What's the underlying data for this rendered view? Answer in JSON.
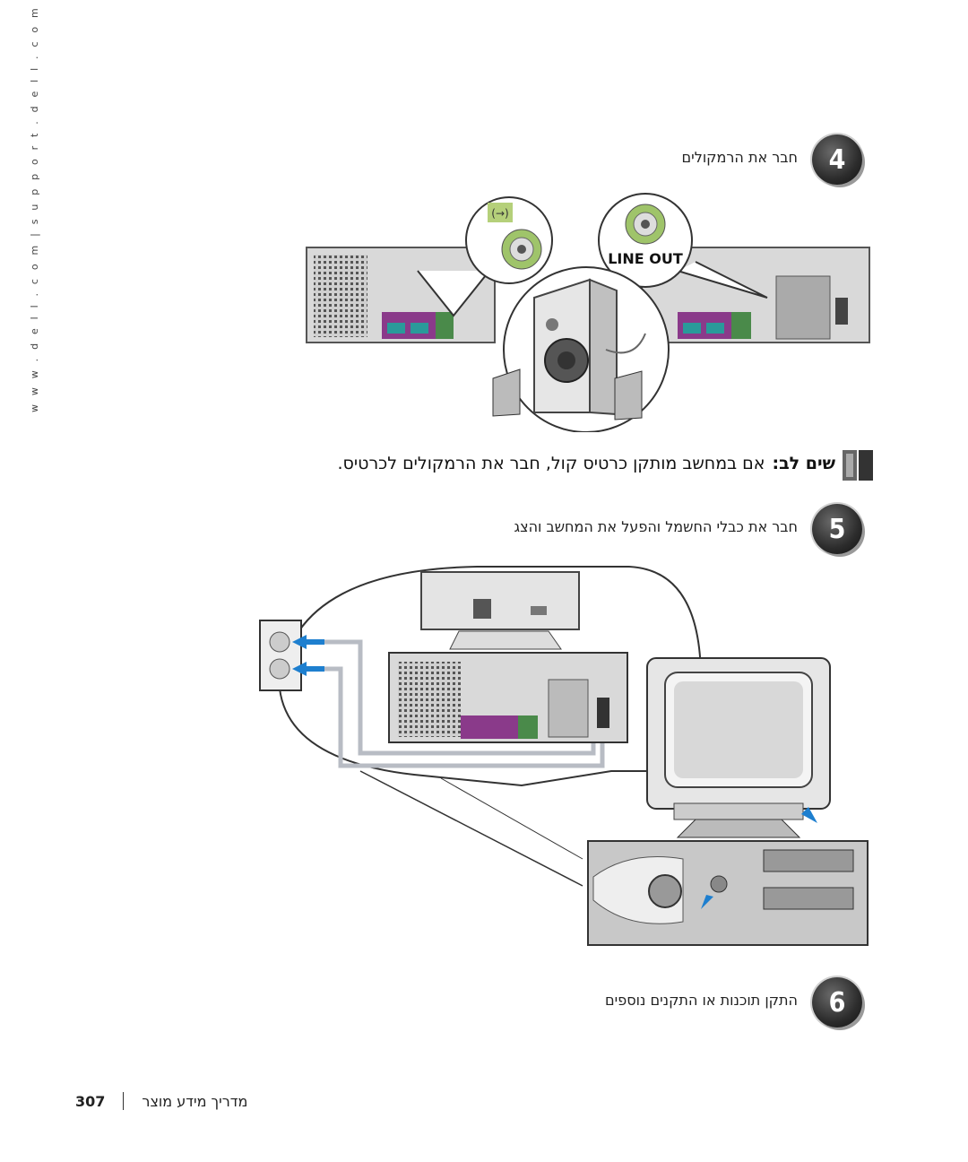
{
  "sidebar": {
    "url_text": "w w w . d e l l . c o m   |   s u p p o r t . d e l l . c o m"
  },
  "steps": [
    {
      "number": "4",
      "text": "חבר את הרמקולים"
    },
    {
      "number": "5",
      "text": "חבר את כבלי החשמל והפעל את המחשב והצג"
    },
    {
      "number": "6",
      "text": "התקן תוכנות או התקנים נוספים"
    }
  ],
  "note": {
    "head": "שים לב:",
    "body": "אם במחשב מותקן כרטיס קול, חבר את הרמקולים לכרטיס."
  },
  "illustration1": {
    "line_out_label": "LINE OUT"
  },
  "footer": {
    "page_number": "307",
    "title": "מדריך מידע מוצר"
  }
}
